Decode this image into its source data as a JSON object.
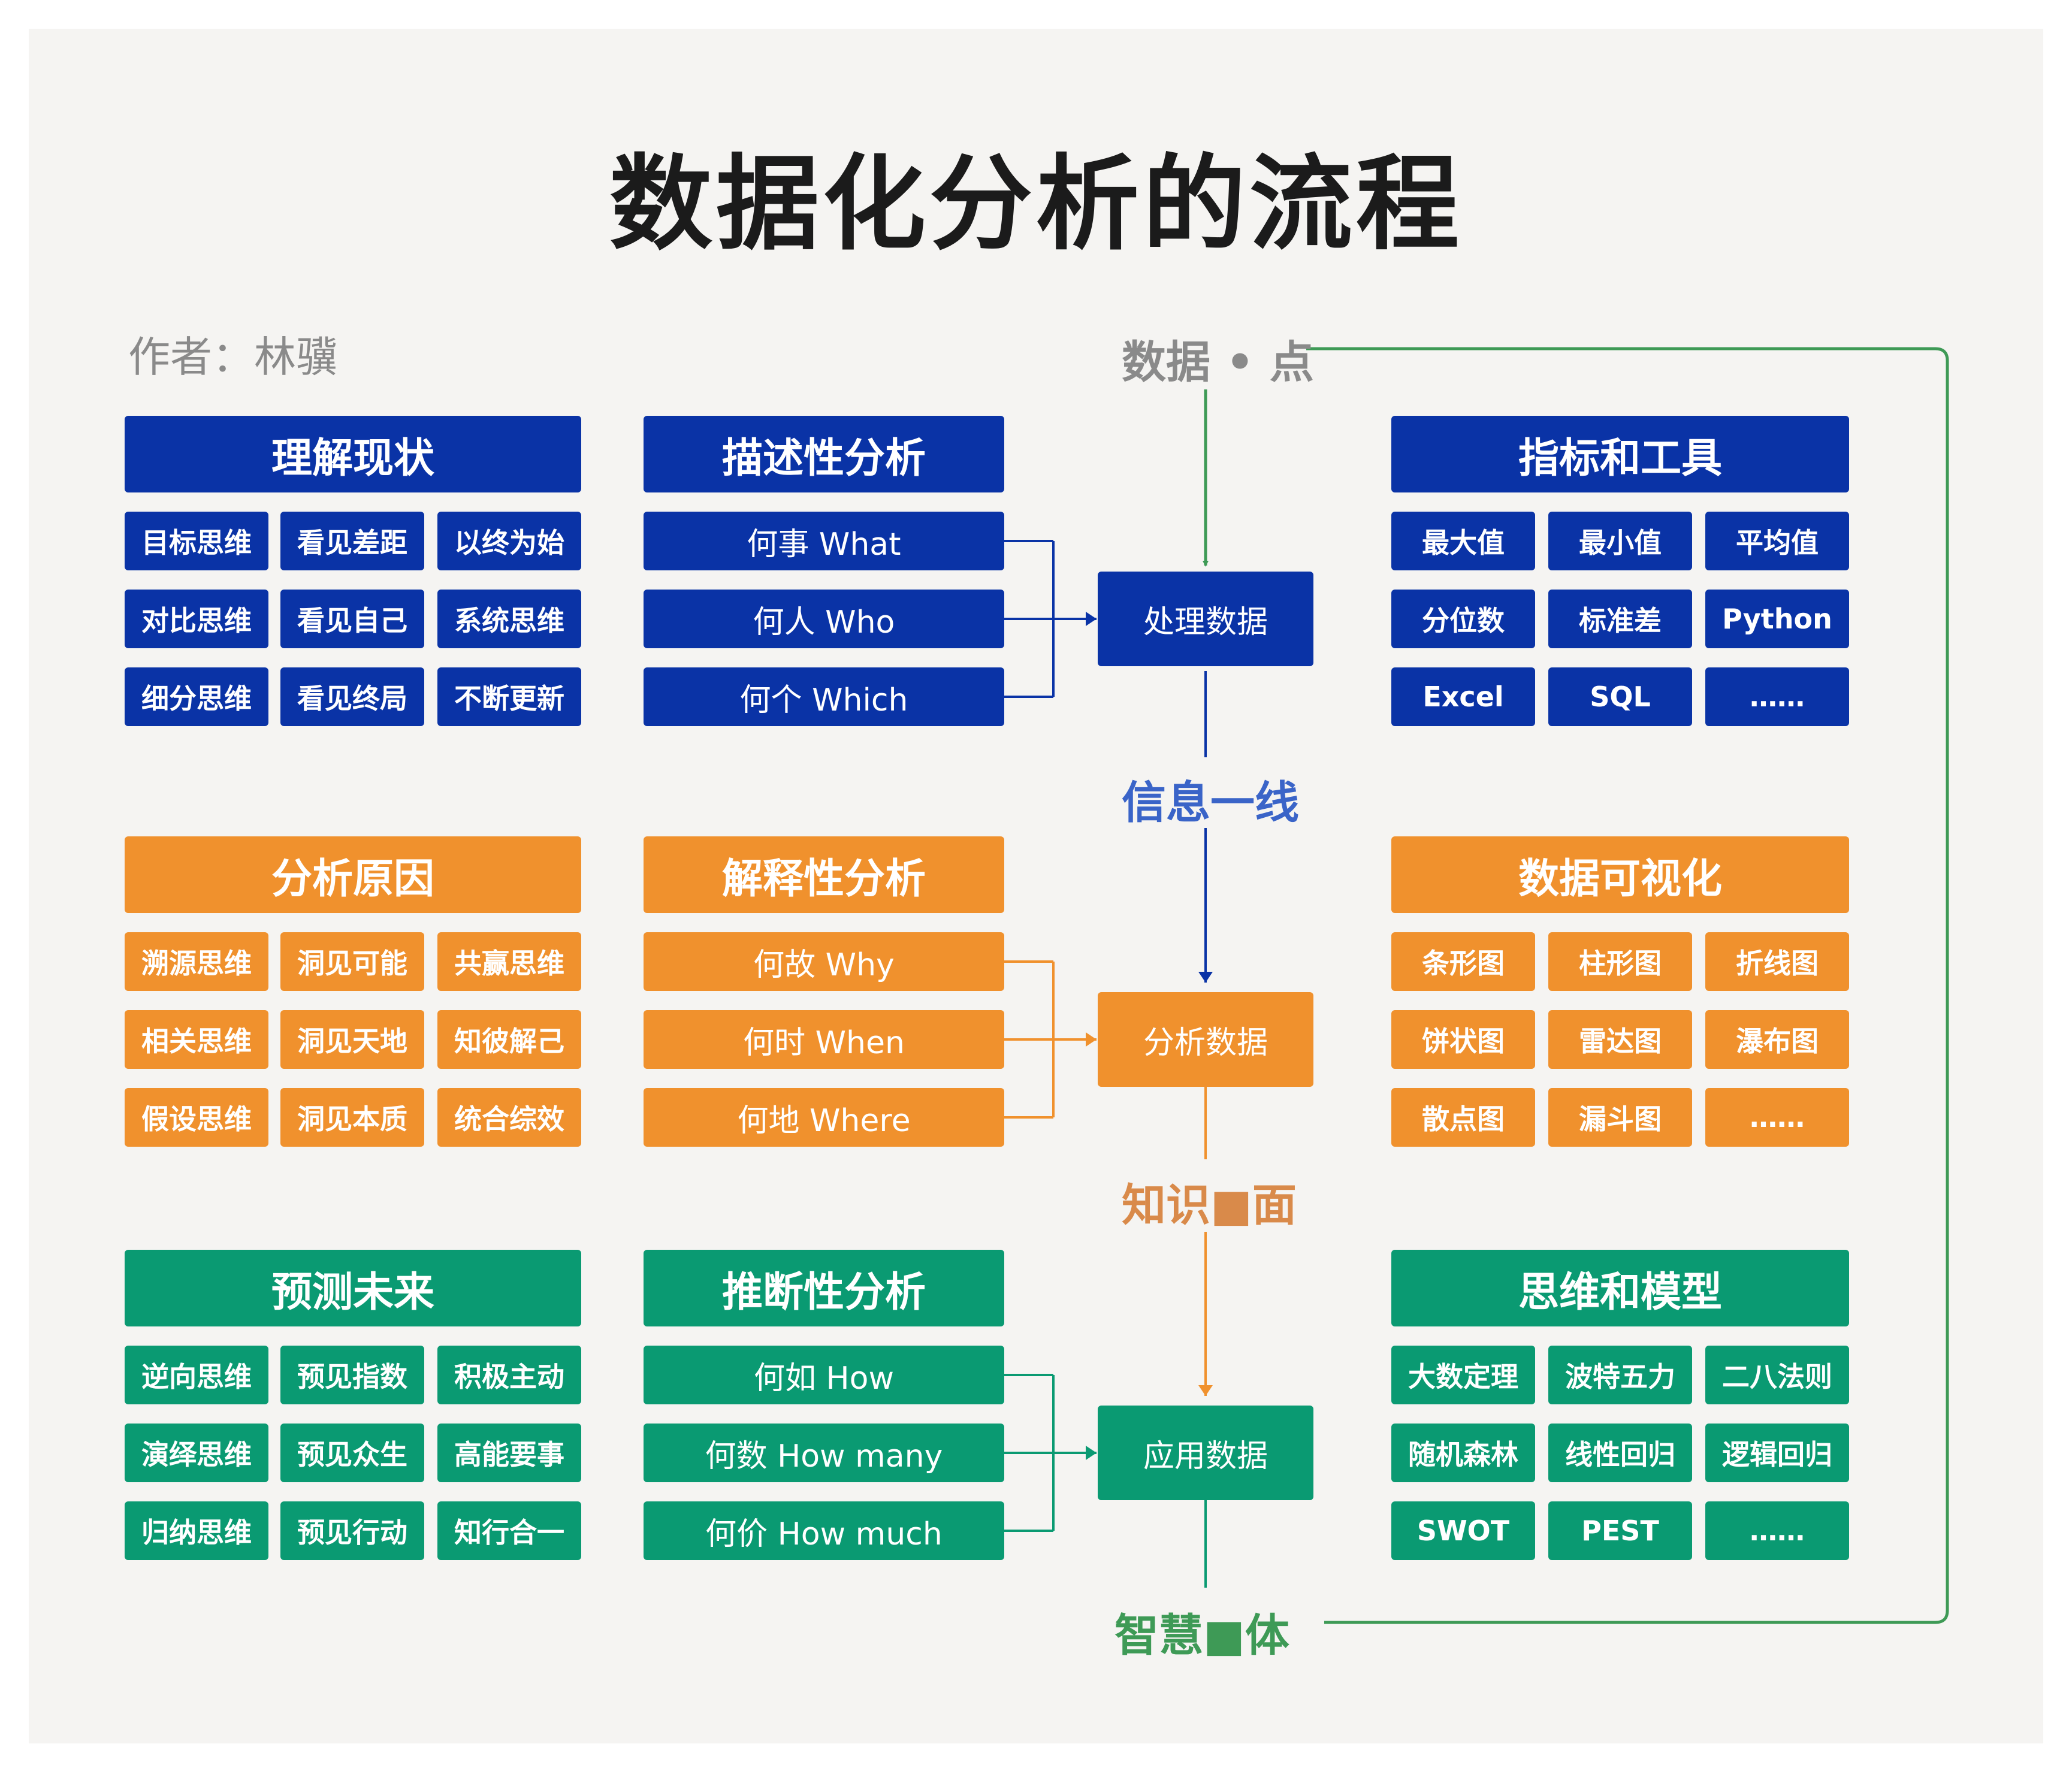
{
  "title": "数据化分析的流程",
  "author": "作者：林骥",
  "colors": {
    "blue": "#0a33a6",
    "orange": "#f0912d",
    "green": "#0a9a72",
    "gray": "#8a8a8a",
    "line_green": "#3e9a56"
  },
  "levels": {
    "point": "数据 • 点",
    "line": "信息一线",
    "surface": "知识■面",
    "body": "智慧■体"
  },
  "rows": [
    {
      "left": {
        "header": "理解现状",
        "items": [
          "目标思维",
          "看见差距",
          "以终为始",
          "对比思维",
          "看见自己",
          "系统思维",
          "细分思维",
          "看见终局",
          "不断更新"
        ]
      },
      "middle": {
        "header": "描述性分析",
        "questions": [
          "何事 What",
          "何人 Who",
          "何个 Which"
        ]
      },
      "process": "处理数据",
      "right": {
        "header": "指标和工具",
        "items": [
          "最大值",
          "最小值",
          "平均值",
          "分位数",
          "标准差",
          "Python",
          "Excel",
          "SQL",
          "……"
        ]
      }
    },
    {
      "left": {
        "header": "分析原因",
        "items": [
          "溯源思维",
          "洞见可能",
          "共赢思维",
          "相关思维",
          "洞见天地",
          "知彼解己",
          "假设思维",
          "洞见本质",
          "统合综效"
        ]
      },
      "middle": {
        "header": "解释性分析",
        "questions": [
          "何故 Why",
          "何时 When",
          "何地 Where"
        ]
      },
      "process": "分析数据",
      "right": {
        "header": "数据可视化",
        "items": [
          "条形图",
          "柱形图",
          "折线图",
          "饼状图",
          "雷达图",
          "瀑布图",
          "散点图",
          "漏斗图",
          "……"
        ]
      }
    },
    {
      "left": {
        "header": "预测未来",
        "items": [
          "逆向思维",
          "预见指数",
          "积极主动",
          "演绎思维",
          "预见众生",
          "高能要事",
          "归纳思维",
          "预见行动",
          "知行合一"
        ]
      },
      "middle": {
        "header": "推断性分析",
        "questions": [
          "何如  How",
          "何数 How many",
          "何价 How much"
        ]
      },
      "process": "应用数据",
      "right": {
        "header": "思维和模型",
        "items": [
          "大数定理",
          "波特五力",
          "二八法则",
          "随机森林",
          "线性回归",
          "逻辑回归",
          "SWOT",
          "PEST",
          "……"
        ]
      }
    }
  ]
}
